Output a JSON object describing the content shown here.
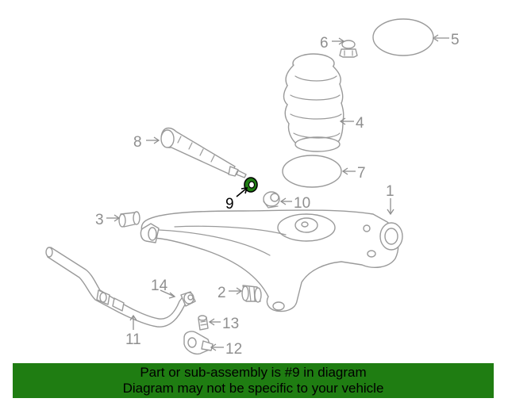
{
  "callouts": {
    "c1": "1",
    "c2": "2",
    "c3": "3",
    "c4": "4",
    "c5": "5",
    "c6": "6",
    "c7": "7",
    "c8": "8",
    "c9": "9",
    "c10": "10",
    "c11": "11",
    "c12": "12",
    "c13": "13",
    "c14": "14"
  },
  "highlight_color": "#1f7d12",
  "banner": {
    "line1": "Part or sub-assembly is #9 in diagram",
    "line2": "Diagram may not be specific to your vehicle",
    "background": "#1f7d12"
  }
}
